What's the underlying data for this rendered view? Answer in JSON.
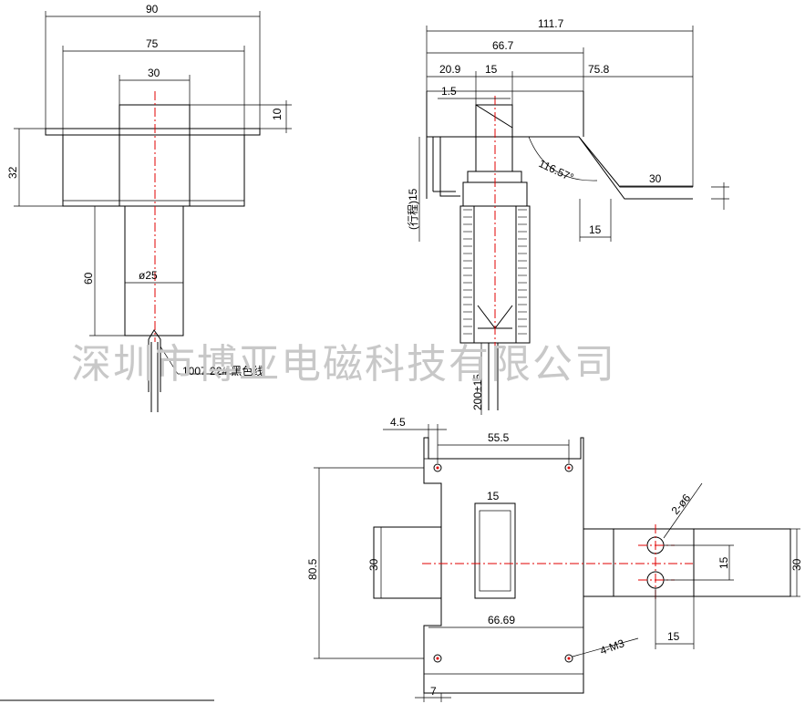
{
  "watermark": "深圳市博亚电磁科技有限公司",
  "front_view": {
    "dim_top_width": "90",
    "dim_mid_width": "75",
    "dim_core_width": "30",
    "dim_plate": "10",
    "dim_height": "32",
    "dim_stem": "60",
    "dim_diameter": "ø25",
    "wire_label": "1007 22# 黑色线"
  },
  "side_view": {
    "dim_total": "111.7",
    "dim_a": "66.7",
    "dim_b": "20.9",
    "dim_c": "15",
    "dim_d": "75.8",
    "dim_e": "1.5",
    "dim_angle": "116.57°",
    "dim_f": "30",
    "dim_g": "15",
    "dim_stroke": "(行程)15",
    "dim_wire": "200±15"
  },
  "bottom_view": {
    "dim_offset": "4.5",
    "dim_holes": "55.5",
    "dim_slot": "15",
    "dim_slot_h": "30",
    "dim_total_h": "80.5",
    "dim_width": "66.69",
    "dim_edge": "7",
    "dim_screw": "4-M3",
    "dim_hole_label": "2-ø6",
    "dim_hole_pitch": "15",
    "dim_arm_h": "30",
    "dim_arm_w": "15"
  }
}
